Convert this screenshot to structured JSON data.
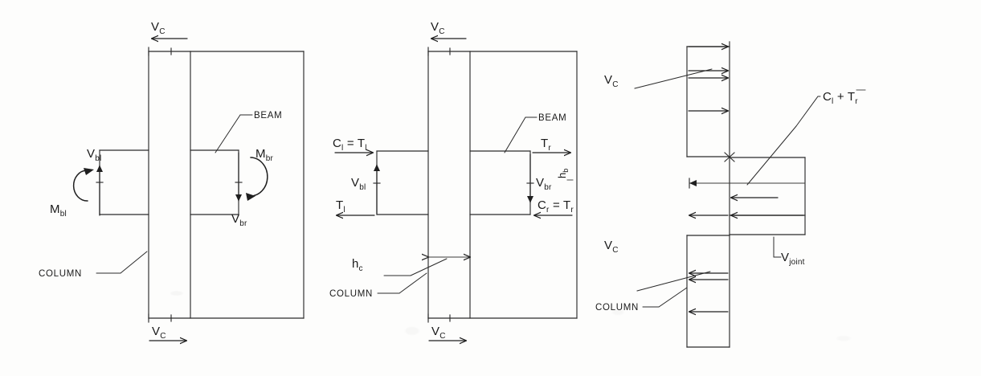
{
  "figure": {
    "kind": "structural-engineering-free-body-diagram",
    "description": "Beam-column joint shear free body diagrams",
    "panel_count": 3,
    "ink_color": "#1f1f1f",
    "paper_color": "#fdfdfc"
  },
  "panels": [
    {
      "id": "panel-left",
      "name": "joint-forces-moments",
      "labels": {
        "vc_top": "V",
        "vc_top_sub": "C",
        "vc_bottom": "V",
        "vc_bottom_sub": "C",
        "beam": "BEAM",
        "column": "COLUMN",
        "vbl": "V",
        "vbl_sub": "bl",
        "vbr": "V",
        "vbr_sub": "br",
        "mbl": "M",
        "mbl_sub": "bl",
        "mbr": "M",
        "mbr_sub": "br"
      }
    },
    {
      "id": "panel-middle",
      "name": "joint-resolved-forces",
      "labels": {
        "vc_top": "V",
        "vc_top_sub": "C",
        "vc_bottom": "V",
        "vc_bottom_sub": "C",
        "beam": "BEAM",
        "column": "COLUMN",
        "cl_eq_tl": "C",
        "cl_eq_tl_sub": "l",
        "cl_eq_tl_tail": " = T",
        "cl_eq_tl_tail_sub": "l",
        "tl": "T",
        "tl_sub": "l",
        "tr": "T",
        "tr_sub": "r",
        "cr_eq_tr": "C",
        "cr_eq_tr_sub": "r",
        "cr_eq_tr_tail": " = T",
        "cr_eq_tr_tail_sub": "r",
        "vbl": "V",
        "vbl_sub": "bl",
        "vbr": "V",
        "vbr_sub": "br",
        "hb": "h",
        "hb_sub": "b",
        "hc": "h",
        "hc_sub": "c"
      }
    },
    {
      "id": "panel-right",
      "name": "joint-shear-equilibrium",
      "labels": {
        "vc_upper": "V",
        "vc_upper_sub": "C",
        "vc_lower": "V",
        "vc_lower_sub": "C",
        "column": "COLUMN",
        "cl_plus_tr": "C",
        "cl_plus_tr_sub": "l",
        "cl_plus_tr_tail": " + T",
        "cl_plus_tr_tail_sub": "r",
        "vjoint": "V",
        "vjoint_sub": "joint"
      }
    }
  ]
}
